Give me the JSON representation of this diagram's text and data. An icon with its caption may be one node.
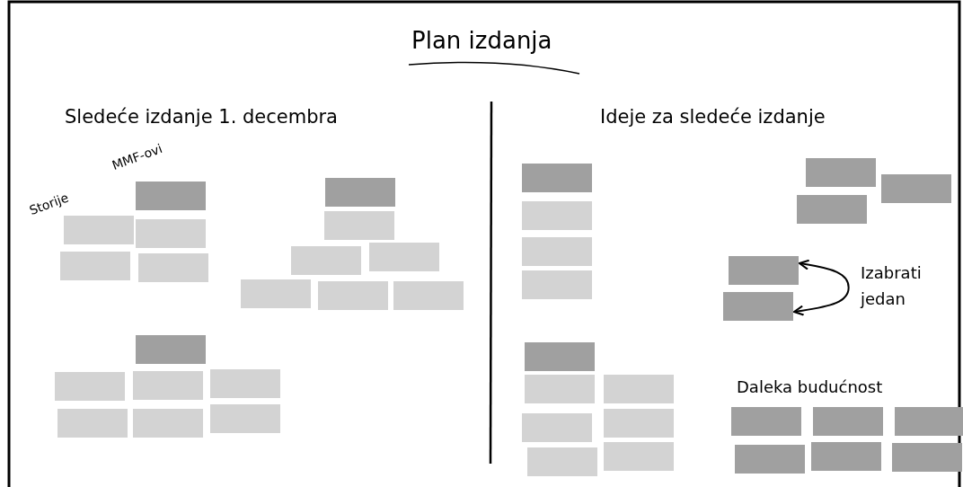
{
  "diagram": {
    "title": "Plan izdanja",
    "nodes": [
      {
        "text": [],
        "shape": "box"
      },
      {
        "text": [],
        "shape": "box"
      },
      {
        "text": [],
        "shape": "box"
      },
      {
        "text": [],
        "shape": "box"
      },
      {
        "text": [],
        "shape": "box"
      },
      {
        "text": [],
        "shape": "box"
      },
      {
        "text": [],
        "shape": "box"
      },
      {
        "text": [],
        "shape": "box"
      },
      {
        "text": [],
        "shape": "box"
      },
      {
        "text": [],
        "shape": "box"
      },
      {
        "text": [],
        "shape": "box"
      },
      {
        "text": [],
        "shape": "box"
      },
      {
        "text": [],
        "shape": "box"
      },
      {
        "text": [],
        "shape": "box"
      },
      {
        "text": [],
        "shape": "box"
      },
      {
        "text": [],
        "shape": "box"
      },
      {
        "text": [],
        "shape": "box"
      },
      {
        "text": [],
        "shape": "box"
      },
      {
        "text": [],
        "shape": "box"
      },
      {
        "text": [],
        "shape": "box"
      },
      {
        "text": [],
        "shape": "box"
      },
      {
        "text": [],
        "shape": "box"
      },
      {
        "text": [],
        "shape": "box"
      },
      {
        "text": [],
        "shape": "box"
      },
      {
        "text": [],
        "shape": "box"
      },
      {
        "text": [],
        "shape": "box"
      },
      {
        "text": [],
        "shape": "box"
      },
      {
        "text": [],
        "shape": "box"
      },
      {
        "text": [],
        "shape": "box"
      },
      {
        "text": [],
        "shape": "box"
      },
      {
        "text": [],
        "shape": "box"
      },
      {
        "text": [],
        "shape": "box"
      },
      {
        "text": [],
        "shape": "box"
      },
      {
        "text": [],
        "shape": "box"
      },
      {
        "text": [],
        "shape": "box"
      },
      {
        "text": [],
        "shape": "box"
      },
      {
        "text": [],
        "shape": "box"
      },
      {
        "text": [],
        "shape": "box"
      },
      {
        "text": [],
        "shape": "box"
      },
      {
        "text": [],
        "shape": "box"
      },
      {
        "text": [],
        "shape": "box"
      }
    ],
    "edges": [
      {
        "from": 26,
        "to": 27,
        "arrow": "both"
      }
    ],
    "labels": [
      "Sledeće izdanje 1. decembra",
      "Ideje za sledeće izdanje",
      "MMF-ovi",
      "Storije",
      "Izabrati jedan",
      "Daleka budućnost"
    ]
  }
}
